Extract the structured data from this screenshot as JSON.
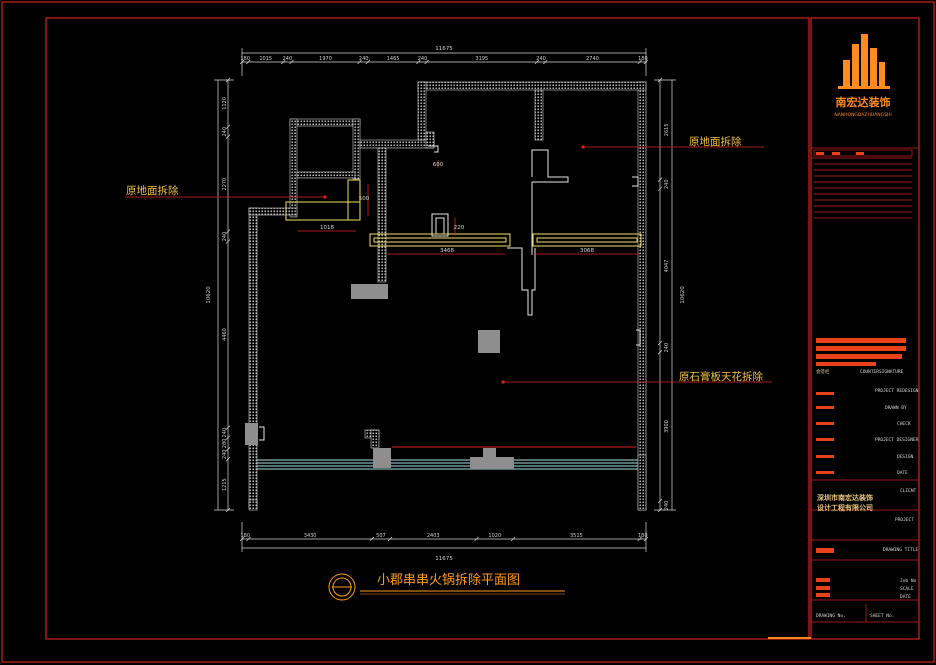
{
  "drawing": {
    "title": "小郡串串火锅拆除平面图",
    "labels": {
      "floor_demolish_right": "原地面拆除",
      "floor_demolish_left": "原地面拆除",
      "ceiling_demolish": "原石膏板天花拆除"
    },
    "dims": {
      "top_overall": "11675",
      "bottom_overall": "11675",
      "top_segments": [
        "180",
        "1015",
        "240",
        "1970",
        "240",
        "1465",
        "240",
        "3195",
        "240",
        "2740",
        "180"
      ],
      "bottom_segments": [
        "180",
        "3430",
        "507",
        "2403",
        "1020",
        "3515",
        "180"
      ],
      "left_segments": [
        "1120",
        "240",
        "2270",
        "240",
        "4460",
        "240",
        "280",
        "240",
        "1215"
      ],
      "left_overall": "10620",
      "right_segments": [
        "2615",
        "240",
        "4047",
        "240",
        "3900",
        "240"
      ],
      "right_overall": "10620",
      "inner": {
        "a": "3468",
        "b": "3068",
        "c": "1018",
        "d": "500",
        "e": "220",
        "f": "600"
      }
    }
  },
  "title_block": {
    "logo_text": "南宏达装饰",
    "logo_sub": "NANHONGDAZHUANGSHI",
    "field_a": "会签栏",
    "countersignature": "COUNTERSIGNATURE",
    "project_redesign": "PROJECT REDESIGN",
    "drawn_by": "DRAWN BY",
    "check": "CHECK",
    "project_designer": "PROJECT DESIGNER",
    "design": "DESIGN",
    "client": "CLIENT",
    "company": [
      "深圳市南宏达装饰",
      "设计工程有限公司"
    ],
    "project": "PROJECT",
    "drawing_title": "DRAWING TITLE",
    "job_no": "Job No",
    "scale": "SCALE",
    "date": "DATE",
    "drawing_no": "DRAWING No.",
    "sheet_no": "SHEET No."
  },
  "colors": {
    "frame": "#d42020",
    "wall": "#c8c8c8",
    "dim": "#d8d8d8",
    "label": "#f0c040",
    "title": "#ff9a1e",
    "logo": "#ff8a1e",
    "leader": "#e02020",
    "glass": "#9fe0e8",
    "highlight": "#f0e060"
  }
}
